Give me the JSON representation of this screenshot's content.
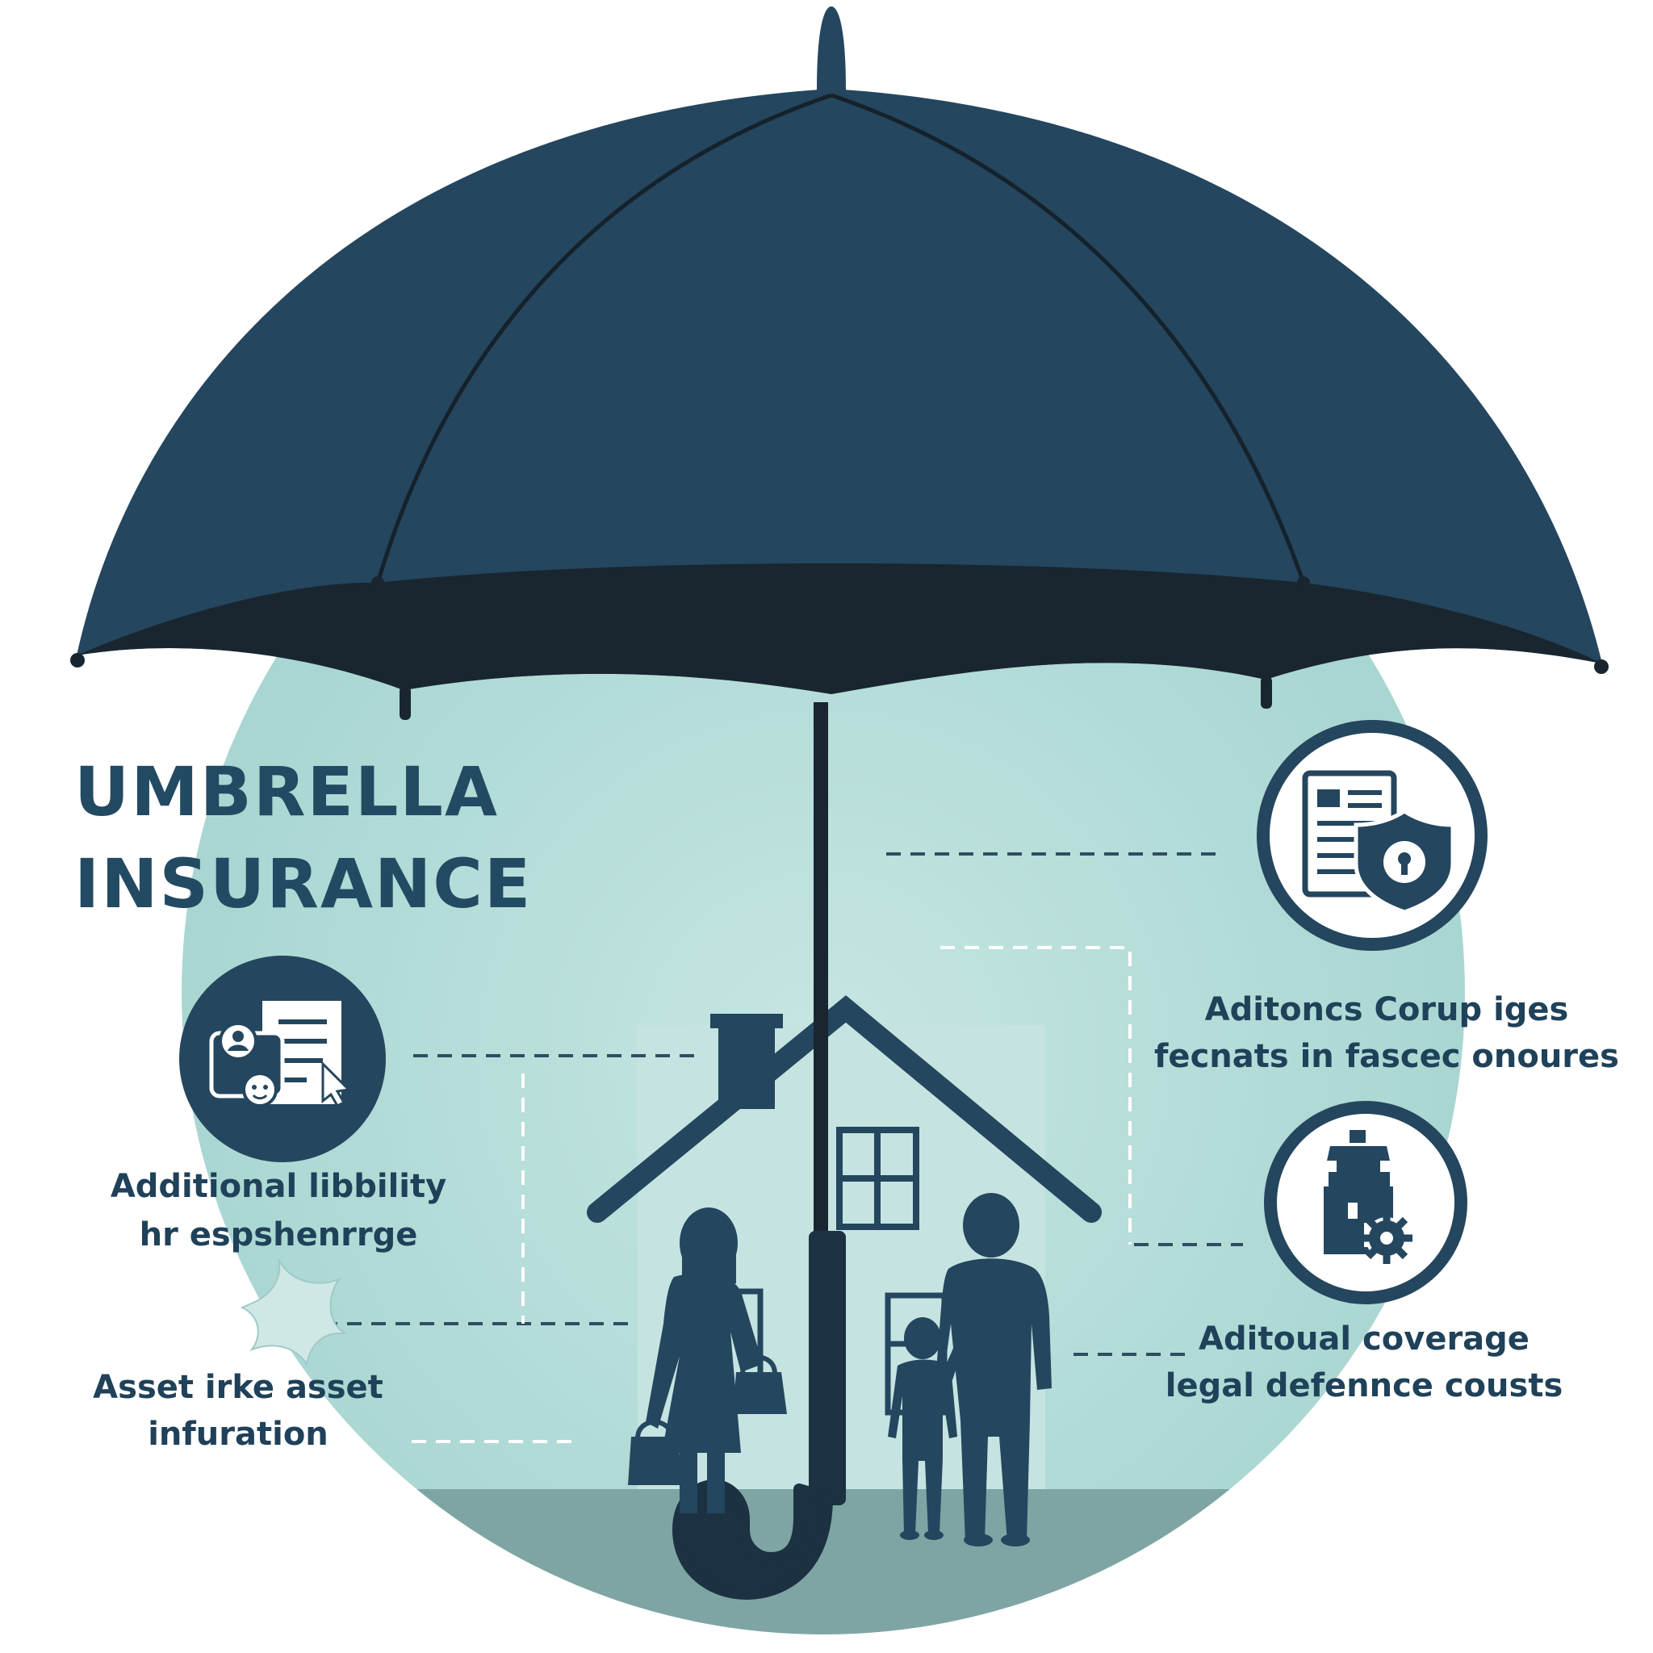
{
  "title": {
    "line1": "UMBRELLA",
    "line2": "INSURANCE"
  },
  "labels": {
    "left_top": {
      "line1": "Additional libbility",
      "line2": "hr espshenrrge"
    },
    "left_bottom": {
      "line1": "Asset irke asset",
      "line2": "infuration"
    },
    "right_top": {
      "line1": "Aditoncs Corup iges",
      "line2": "fecnats in fascec onoures"
    },
    "right_bottom": {
      "line1": "Aditoual coverage",
      "line2": "legal defennce cousts"
    }
  },
  "icons": {
    "left_circle": "documents-with-people-and-cursor-icon",
    "right_top_circle": "document-with-security-shield-icon",
    "right_bottom_circle": "building-with-gear-icon"
  },
  "colors": {
    "umbrella_canopy": "#24465e",
    "umbrella_underside": "#19262f",
    "background_circle": "#aad6d2",
    "ground": "#7ea5a3",
    "text_primary": "#1f4159",
    "dashed_lines": "#2f4e62"
  }
}
